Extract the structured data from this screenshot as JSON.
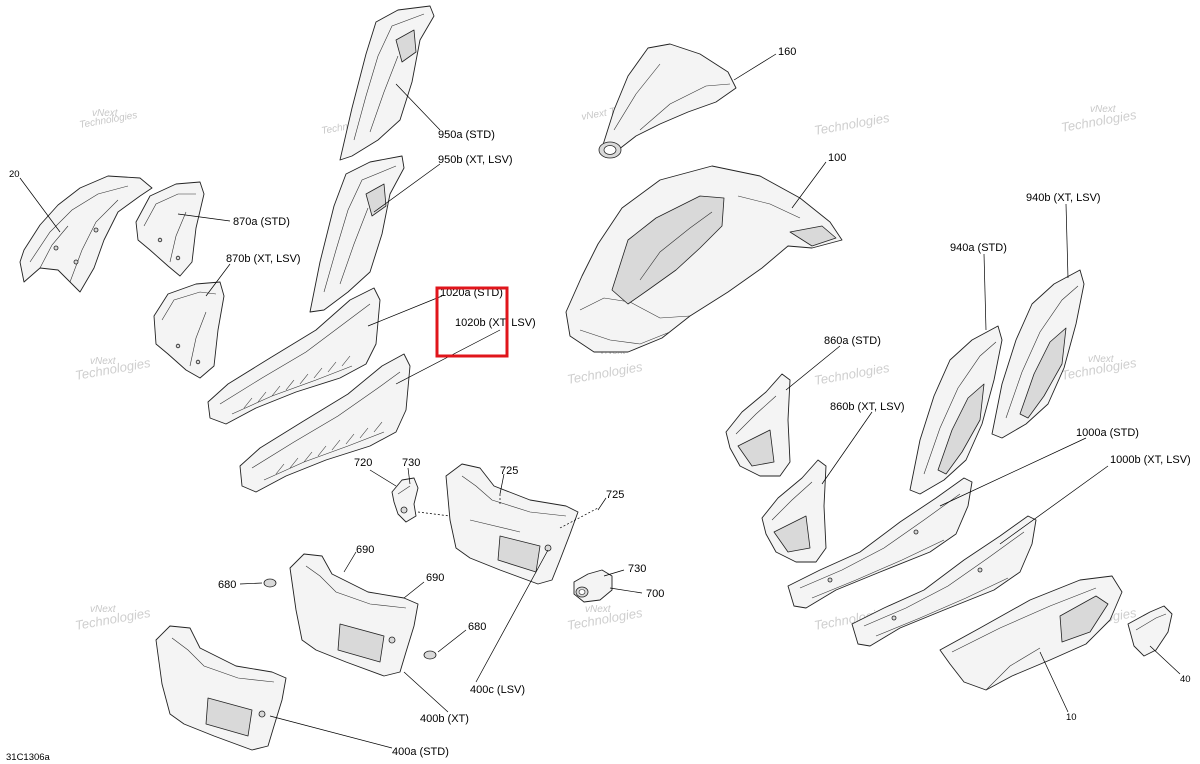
{
  "document_code": "31C1306a",
  "watermark": {
    "line1": "vNext",
    "line2": "Technologies",
    "single": "vNext Technologies"
  },
  "highlight": {
    "color": "#e0151b"
  },
  "labels": {
    "p20": "20",
    "p870a": "870a (STD)",
    "p870b": "870b (XT, LSV)",
    "p950a": "950a (STD)",
    "p950b": "950b (XT, LSV)",
    "p1020a": "1020a (STD)",
    "p1020b": "1020b (XT, LSV)",
    "p160": "160",
    "p100": "100",
    "p940b": "940b (XT, LSV)",
    "p940a": "940a (STD)",
    "p860a": "860a (STD)",
    "p860b": "860b (XT, LSV)",
    "p1000a": "1000a (STD)",
    "p1000b": "1000b (XT, LSV)",
    "p720": "720",
    "p730a": "730",
    "p725a": "725",
    "p725b": "725",
    "p730b": "730",
    "p700": "700",
    "p690a": "690",
    "p690b": "690",
    "p680a": "680",
    "p680b": "680",
    "p400c": "400c (LSV)",
    "p400b": "400b (XT)",
    "p400a": "400a (STD)",
    "p40": "40",
    "p10": "10"
  }
}
